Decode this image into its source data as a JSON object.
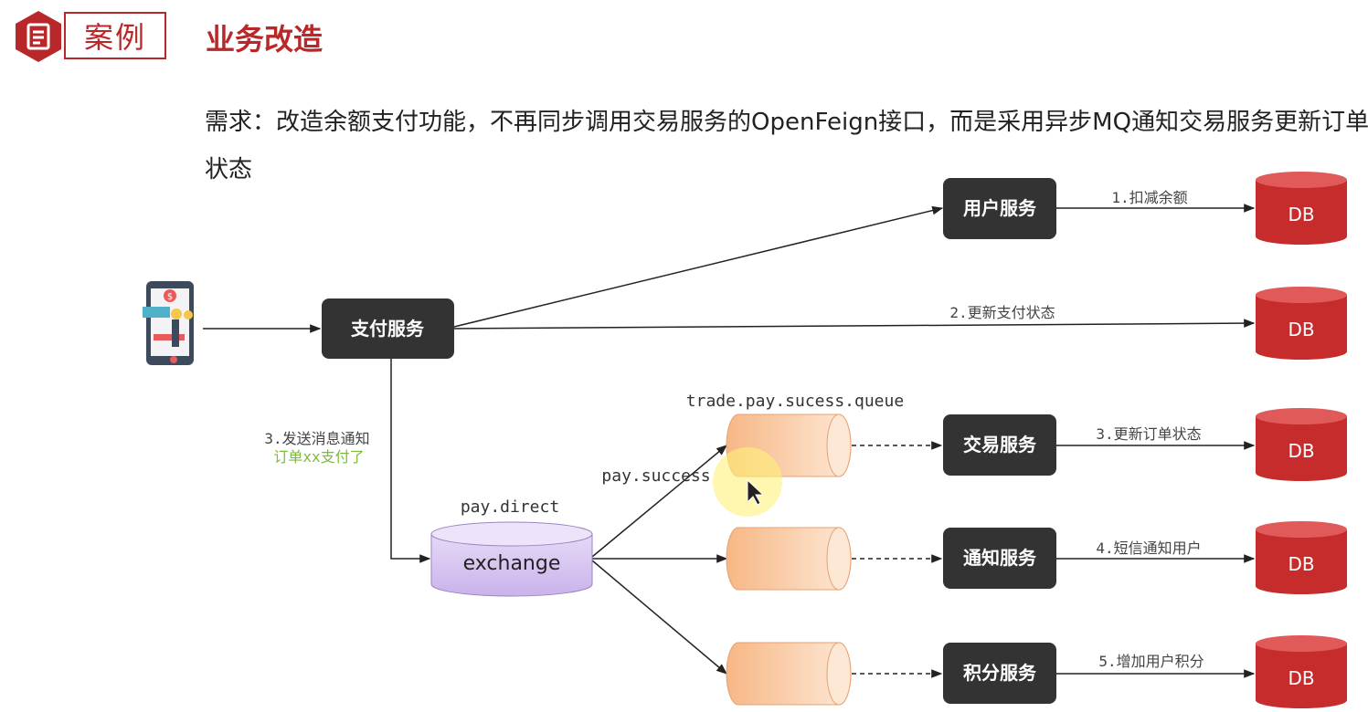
{
  "header": {
    "tag": "案例",
    "title": "业务改造"
  },
  "requirement": "需求：改造余额支付功能，不再同步调用交易服务的OpenFeign接口，而是采用异步MQ通知交易服务更新订单状态",
  "services": {
    "pay": "支付服务",
    "user": "用户服务",
    "trade": "交易服务",
    "notify": "通知服务",
    "points": "积分服务"
  },
  "db_label": "DB",
  "edges": {
    "e1": "1.扣减余额",
    "e2": "2.更新支付状态",
    "e3a": "3.发送消息通知",
    "e3b": "订单xx支付了",
    "trade_db": "3.更新订单状态",
    "notify_db": "4.短信通知用户",
    "points_db": "5.增加用户积分"
  },
  "mq": {
    "exchange_name": "pay.direct",
    "exchange_label": "exchange",
    "routing_key": "pay.success",
    "queue_name": "trade.pay.sucess.queue"
  },
  "colors": {
    "brand_red": "#b8282b",
    "service_box": "#333333",
    "db": "#c62c2c",
    "exchange": "#d9c8f0",
    "queue": "#f9c89a",
    "annotation_green": "#7cba3a"
  },
  "icons": [
    "document-icon",
    "mobile-payment-icon",
    "cursor-icon"
  ]
}
